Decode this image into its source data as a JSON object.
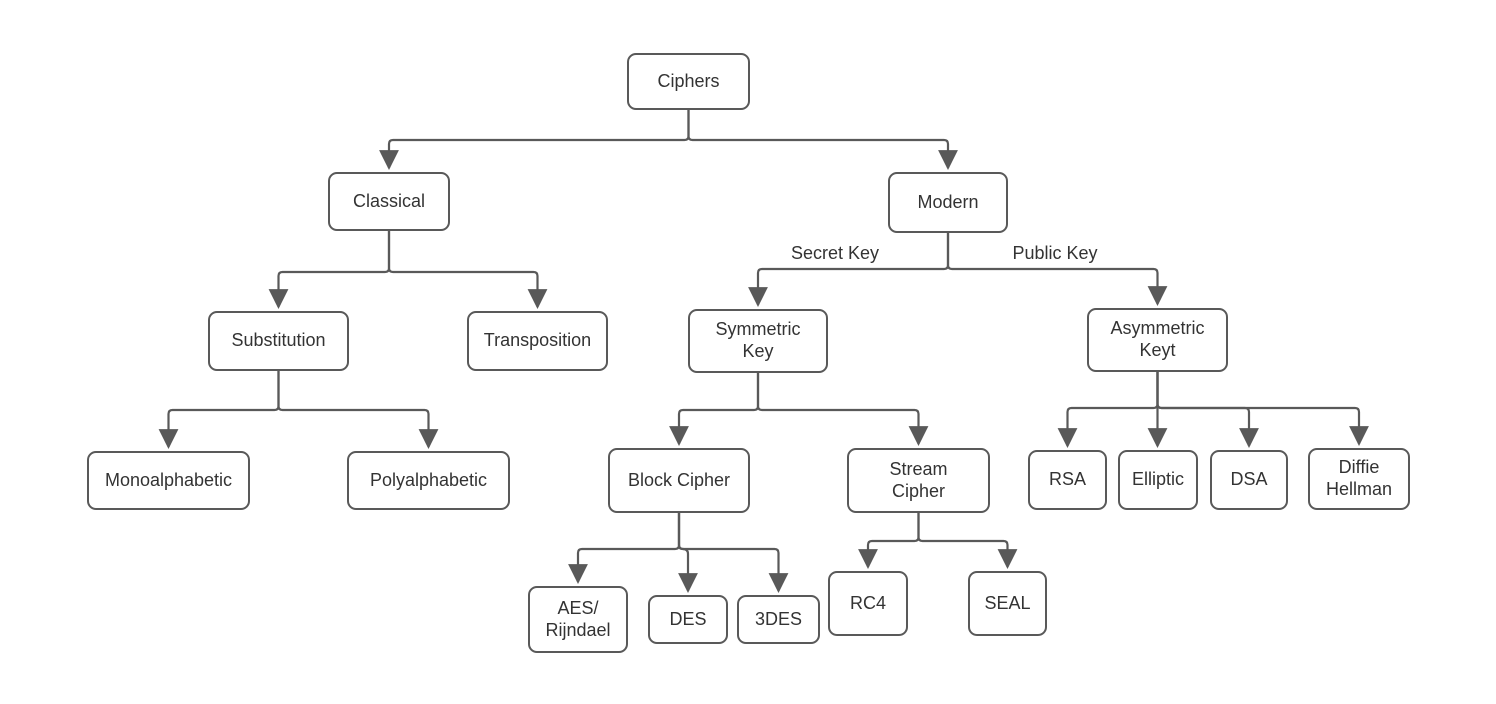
{
  "nodes": {
    "ciphers": {
      "label": "Ciphers"
    },
    "classical": {
      "label": "Classical"
    },
    "modern": {
      "label": "Modern"
    },
    "substitution": {
      "label": "Substitution"
    },
    "transposition": {
      "label": "Transposition"
    },
    "symmetric_key": {
      "label": "Symmetric\nKey"
    },
    "asymmetric_keyt": {
      "label": "Asymmetric\nKeyt"
    },
    "monoalphabetic": {
      "label": "Monoalphabetic"
    },
    "polyalphabetic": {
      "label": "Polyalphabetic"
    },
    "block_cipher": {
      "label": "Block Cipher"
    },
    "stream_cipher": {
      "label": "Stream\nCipher"
    },
    "rsa": {
      "label": "RSA"
    },
    "elliptic": {
      "label": "Elliptic"
    },
    "dsa": {
      "label": "DSA"
    },
    "diffie_hellman": {
      "label": "Diffie\nHellman"
    },
    "aes_rijndael": {
      "label": "AES/\nRijndael"
    },
    "des": {
      "label": "DES"
    },
    "triple_des": {
      "label": "3DES"
    },
    "rc4": {
      "label": "RC4"
    },
    "seal": {
      "label": "SEAL"
    }
  },
  "edge_labels": {
    "secret_key": "Secret Key",
    "public_key": "Public Key"
  },
  "edges": [
    {
      "from": "Ciphers",
      "to": "Classical",
      "label": ""
    },
    {
      "from": "Ciphers",
      "to": "Modern",
      "label": ""
    },
    {
      "from": "Classical",
      "to": "Substitution",
      "label": ""
    },
    {
      "from": "Classical",
      "to": "Transposition",
      "label": ""
    },
    {
      "from": "Substitution",
      "to": "Monoalphabetic",
      "label": ""
    },
    {
      "from": "Substitution",
      "to": "Polyalphabetic",
      "label": ""
    },
    {
      "from": "Modern",
      "to": "Symmetric Key",
      "label": "Secret Key"
    },
    {
      "from": "Modern",
      "to": "Asymmetric Keyt",
      "label": "Public Key"
    },
    {
      "from": "Symmetric Key",
      "to": "Block Cipher",
      "label": ""
    },
    {
      "from": "Symmetric Key",
      "to": "Stream Cipher",
      "label": ""
    },
    {
      "from": "Asymmetric Keyt",
      "to": "RSA",
      "label": ""
    },
    {
      "from": "Asymmetric Keyt",
      "to": "Elliptic",
      "label": ""
    },
    {
      "from": "Asymmetric Keyt",
      "to": "DSA",
      "label": ""
    },
    {
      "from": "Asymmetric Keyt",
      "to": "Diffie Hellman",
      "label": ""
    },
    {
      "from": "Block Cipher",
      "to": "AES/Rijndael",
      "label": ""
    },
    {
      "from": "Block Cipher",
      "to": "DES",
      "label": ""
    },
    {
      "from": "Block Cipher",
      "to": "3DES",
      "label": ""
    },
    {
      "from": "Stream Cipher",
      "to": "RC4",
      "label": ""
    },
    {
      "from": "Stream Cipher",
      "to": "SEAL",
      "label": ""
    }
  ],
  "colors": {
    "stroke": "#595959",
    "text": "#333333",
    "node_fill": "#ffffff",
    "background": "#ffffff"
  }
}
